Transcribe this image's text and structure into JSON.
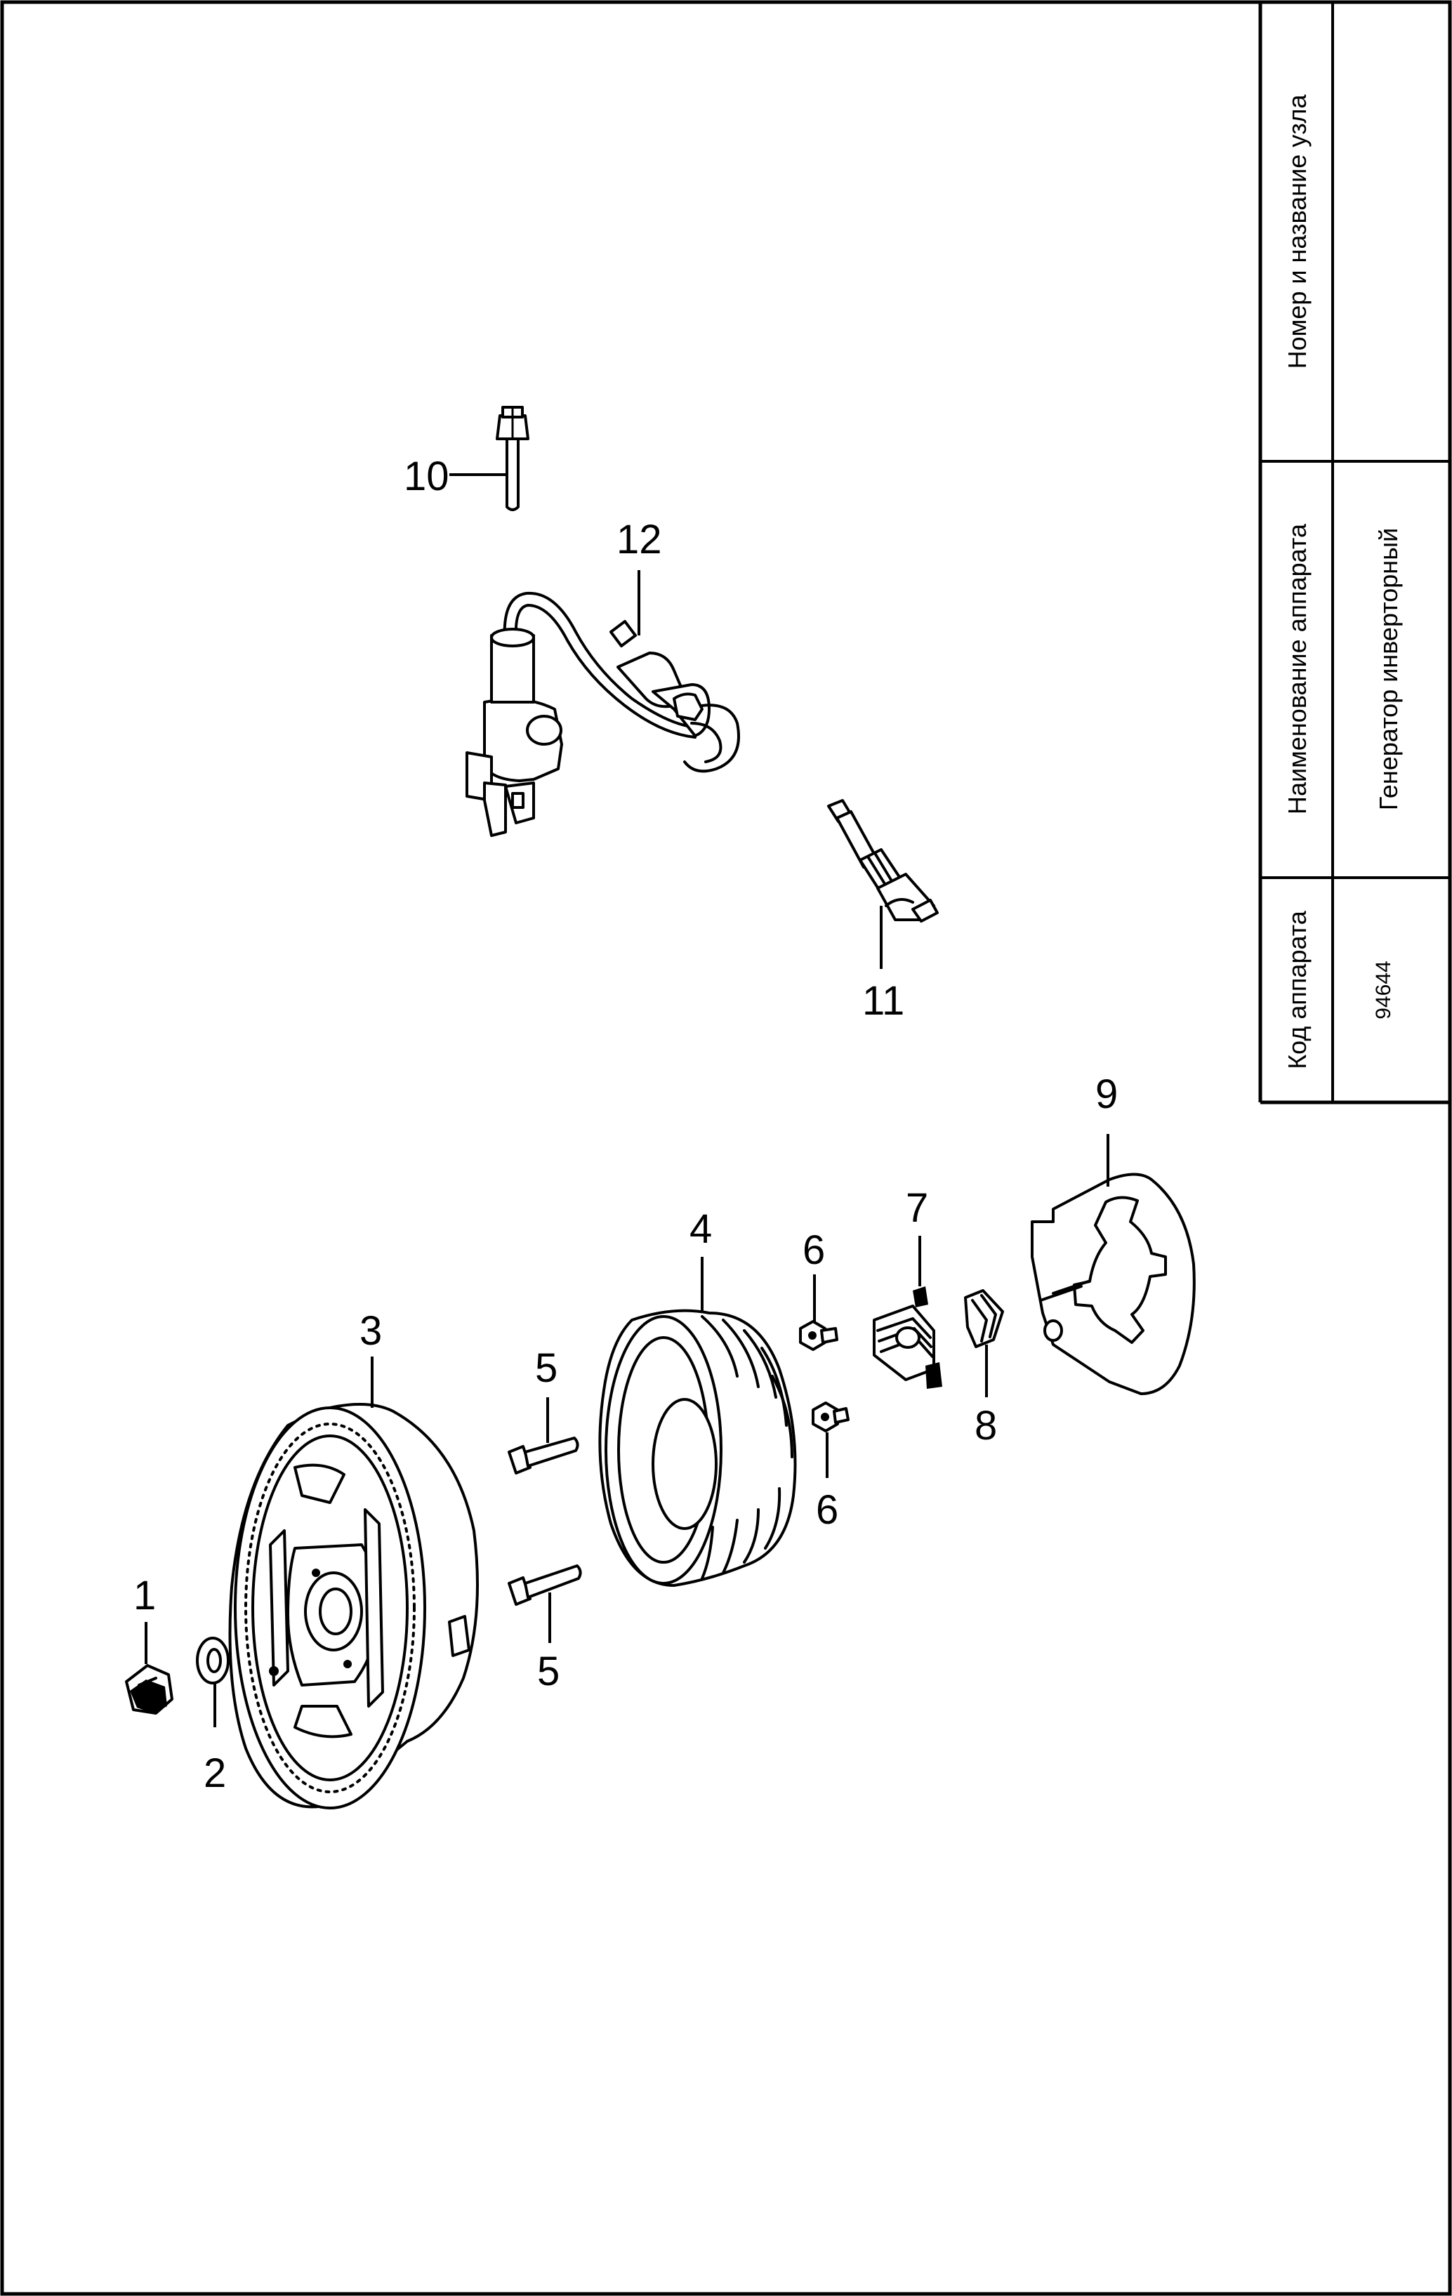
{
  "title_block": {
    "col_code_header": "Код аппарата",
    "col_code_value": "94644",
    "col_name_header": "Наименование аппарата",
    "col_name_value": "Генератор инверторный",
    "col_unit_header": "Номер и название узла",
    "col_unit_value": ""
  },
  "callouts": {
    "p1": "1",
    "p2": "2",
    "p3": "3",
    "p4": "4",
    "p5a": "5",
    "p5b": "5",
    "p6a": "6",
    "p6b": "6",
    "p7": "7",
    "p8": "8",
    "p9": "9",
    "p10": "10",
    "p11": "11",
    "p12": "12"
  }
}
